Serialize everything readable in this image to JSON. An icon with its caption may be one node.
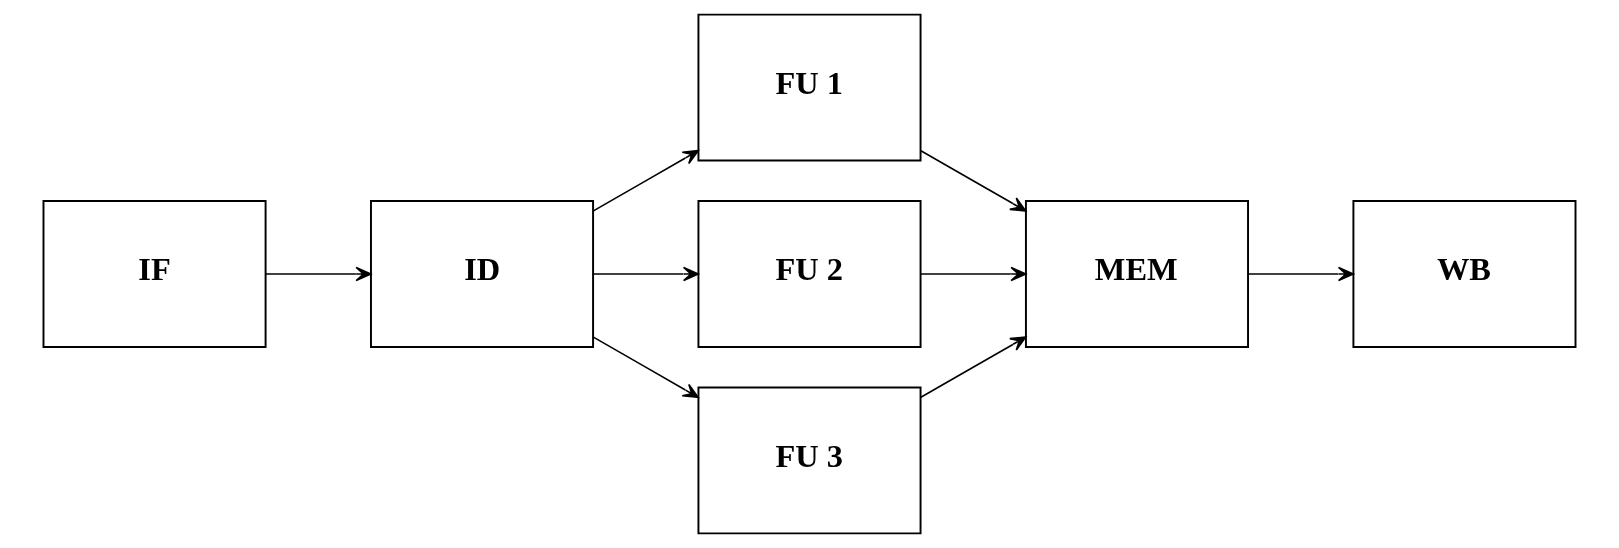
{
  "diagram": {
    "nodes": [
      {
        "text": [
          "IF"
        ]
      },
      {
        "text": [
          "ID"
        ]
      },
      {
        "text": [
          "FU 1"
        ]
      },
      {
        "text": [
          "FU 2"
        ]
      },
      {
        "text": [
          "FU 3"
        ]
      },
      {
        "text": [
          "MEM"
        ]
      },
      {
        "text": [
          "WB"
        ]
      }
    ],
    "edges": [
      {
        "from": 0,
        "to": 1,
        "arrow": "to"
      },
      {
        "from": 1,
        "to": 2,
        "arrow": "to"
      },
      {
        "from": 1,
        "to": 3,
        "arrow": "to"
      },
      {
        "from": 1,
        "to": 4,
        "arrow": "to"
      },
      {
        "from": 2,
        "to": 5,
        "arrow": "to"
      },
      {
        "from": 3,
        "to": 5,
        "arrow": "to"
      },
      {
        "from": 4,
        "to": 5,
        "arrow": "to"
      },
      {
        "from": 5,
        "to": 6,
        "arrow": "to"
      }
    ]
  }
}
